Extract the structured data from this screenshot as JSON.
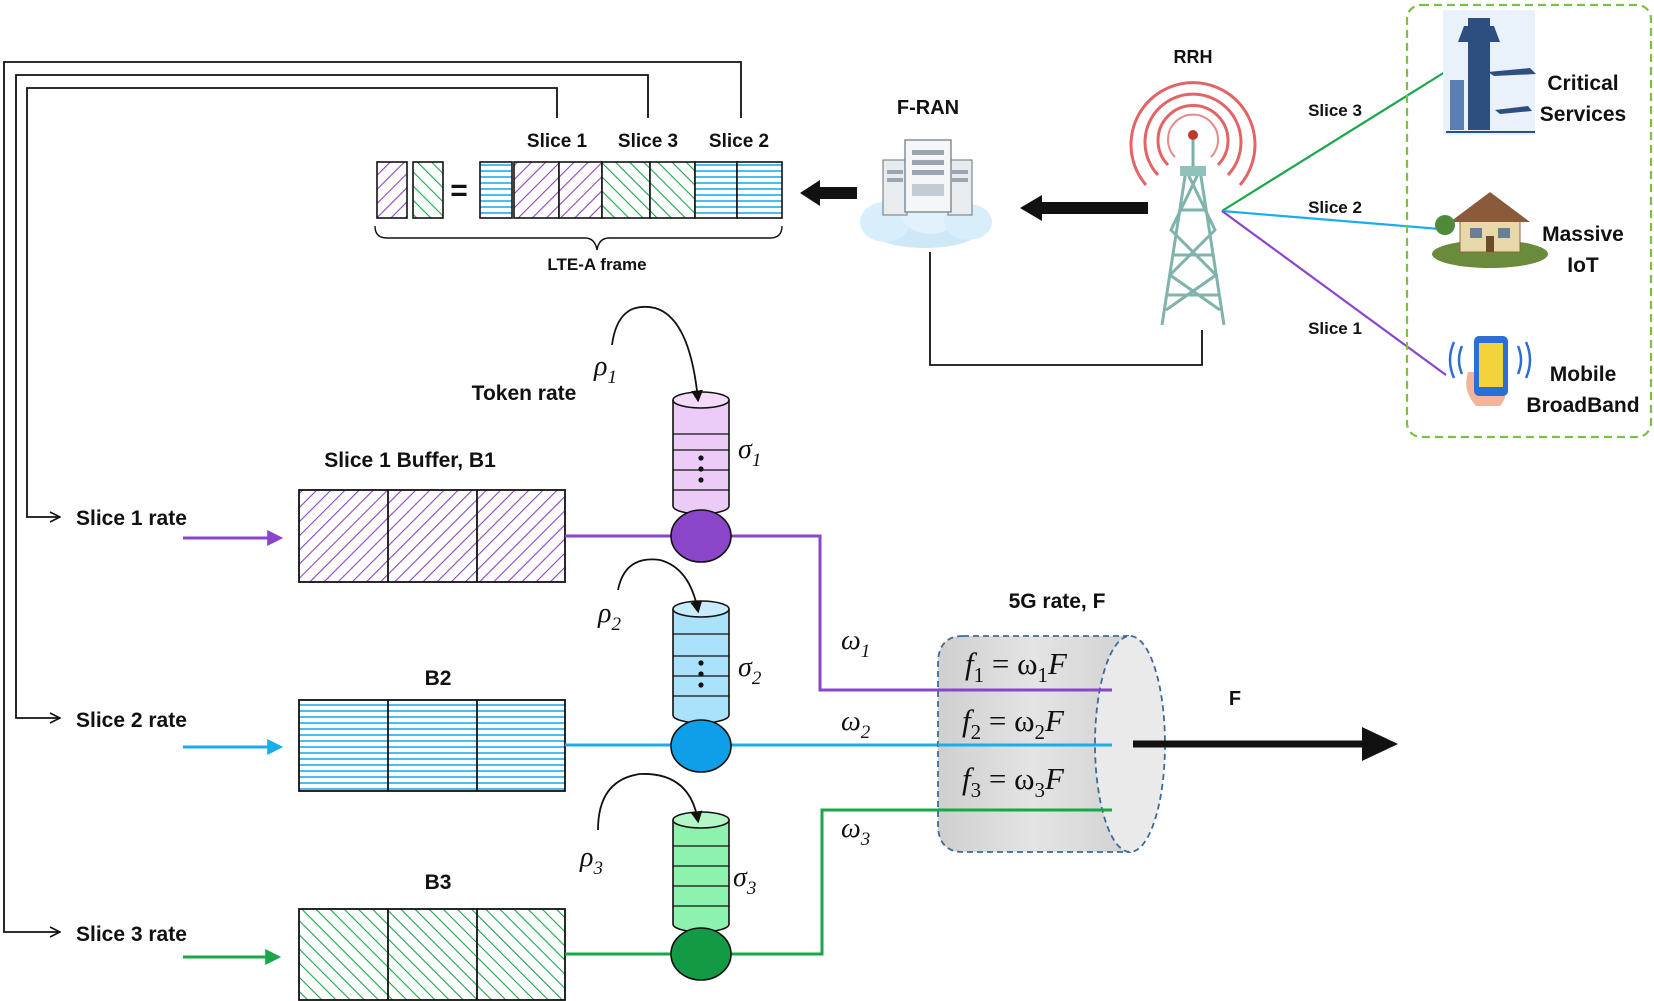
{
  "colors": {
    "slice1": "#8b45c9",
    "slice2": "#19aeea",
    "slice3": "#18a84a",
    "slice1_fill": "#e8d2f5",
    "slice2_fill": "#c8ecfb",
    "slice3_fill": "#c8f5d4",
    "cylinder": "#dcdcdc",
    "border_dashed": "#7ac143"
  },
  "top": {
    "frame_labels": [
      "Slice 1",
      "Slice 3",
      "Slice 2"
    ],
    "equals": "=",
    "lte_frame": "LTE-A frame",
    "fran": "F-RAN",
    "rrh": "RRH"
  },
  "services": {
    "critical": [
      "Critical",
      "Services"
    ],
    "iot": [
      "Massive",
      "IoT"
    ],
    "mbb": [
      "Mobile",
      "BroadBand"
    ],
    "link_labels": [
      "Slice 3",
      "Slice 2",
      "Slice 1"
    ],
    "icons": [
      "airport-control-tower-icon",
      "house-icon",
      "smartphone-icon"
    ]
  },
  "queues": {
    "token_rate": "Token rate",
    "rows": [
      {
        "rate": "Slice 1 rate",
        "buffer": "Slice 1 Buffer, B1",
        "rho": "ρ",
        "sigma": "σ",
        "omega": "ω",
        "index": "1"
      },
      {
        "rate": "Slice 2 rate",
        "buffer": "B2",
        "rho": "ρ",
        "sigma": "σ",
        "omega": "ω",
        "index": "2"
      },
      {
        "rate": "Slice 3 rate",
        "buffer": "B3",
        "rho": "ρ",
        "sigma": "σ",
        "omega": "ω",
        "index": "3"
      }
    ]
  },
  "output": {
    "title": "5G rate, F",
    "eq": [
      {
        "f": "f",
        "i": "1",
        "rhs": " = ω",
        "j": "1",
        "F": "F"
      },
      {
        "f": "f",
        "i": "2",
        "rhs": " = ω",
        "j": "2",
        "F": "F"
      },
      {
        "f": "f",
        "i": "3",
        "rhs": " = ω",
        "j": "3",
        "F": "F"
      }
    ],
    "arrow_label": "F"
  }
}
